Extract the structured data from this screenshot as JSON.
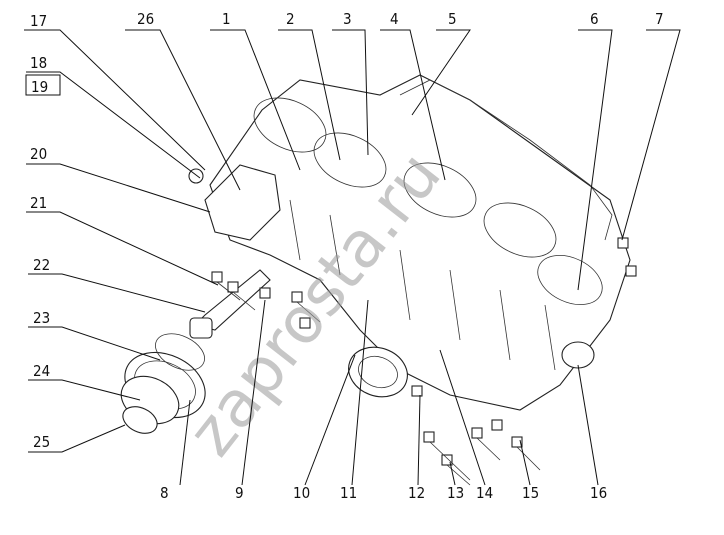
{
  "watermark": "zaprosta.ru",
  "labels": [
    {
      "id": "17",
      "text": "17"
    },
    {
      "id": "26",
      "text": "26"
    },
    {
      "id": "1",
      "text": "1"
    },
    {
      "id": "2",
      "text": "2"
    },
    {
      "id": "3",
      "text": "3"
    },
    {
      "id": "4",
      "text": "4"
    },
    {
      "id": "5",
      "text": "5"
    },
    {
      "id": "6",
      "text": "6"
    },
    {
      "id": "7",
      "text": "7"
    },
    {
      "id": "18",
      "text": "18"
    },
    {
      "id": "19",
      "text": "19"
    },
    {
      "id": "20",
      "text": "20"
    },
    {
      "id": "21",
      "text": "21"
    },
    {
      "id": "22",
      "text": "22"
    },
    {
      "id": "23",
      "text": "23"
    },
    {
      "id": "24",
      "text": "24"
    },
    {
      "id": "25",
      "text": "25"
    },
    {
      "id": "8",
      "text": "8"
    },
    {
      "id": "9",
      "text": "9"
    },
    {
      "id": "10",
      "text": "10"
    },
    {
      "id": "11",
      "text": "11"
    },
    {
      "id": "12",
      "text": "12"
    },
    {
      "id": "13",
      "text": "13"
    },
    {
      "id": "14",
      "text": "14"
    },
    {
      "id": "15",
      "text": "15"
    },
    {
      "id": "16",
      "text": "16"
    }
  ]
}
